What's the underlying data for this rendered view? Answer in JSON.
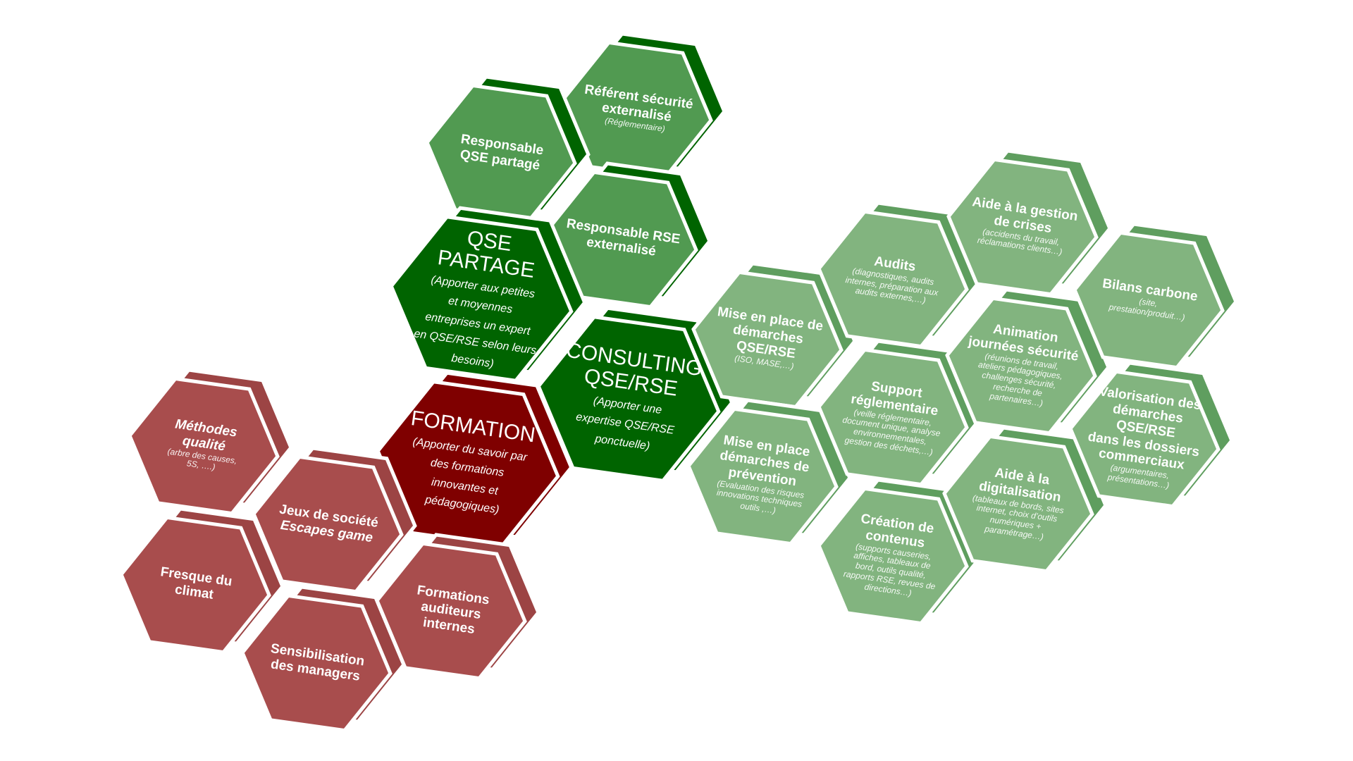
{
  "colors": {
    "dark_green": "#006400",
    "mid_green": "#519a51",
    "light_green": "#82b47f",
    "light_green_side": "#5f9e5f",
    "dark_red": "#7f0000",
    "light_red": "#a84d4d",
    "light_red_side": "#9c4444"
  },
  "hexagons": [
    {
      "id": "referent-securite",
      "group": "mid_green",
      "title": [
        "Référent sécurité",
        "externalisé"
      ],
      "subtitle": [
        "(Réglementaire)"
      ]
    },
    {
      "id": "responsable-qse-partage",
      "group": "mid_green",
      "title": [
        "Responsable",
        "QSE partagé"
      ],
      "subtitle": []
    },
    {
      "id": "responsable-rse",
      "group": "mid_green",
      "title": [
        "Responsable RSE",
        "externalisé"
      ],
      "subtitle": []
    },
    {
      "id": "qse-partage",
      "group": "dark_green",
      "title": [
        "QSE",
        "PARTAGE"
      ],
      "subtitle": [
        "(Apporter aux petites",
        "et moyennes",
        "entreprises un expert",
        "en QSE/RSE selon leurs",
        "besoins)"
      ]
    },
    {
      "id": "consulting",
      "group": "dark_green",
      "title": [
        "CONSULTING",
        "QSE/RSE"
      ],
      "subtitle": [
        "(Apporter une",
        "expertise QSE/RSE",
        "ponctuelle)"
      ]
    },
    {
      "id": "formation",
      "group": "dark_red",
      "title": [
        "FORMATION"
      ],
      "subtitle": [
        "(Apporter du savoir par",
        "des formations",
        "innovantes et",
        "pédagogiques)"
      ]
    },
    {
      "id": "methodes-qualite",
      "group": "light_red",
      "title": [
        "Méthodes",
        "qualité"
      ],
      "subtitle": [
        "(arbre des causes,",
        "5S, ….)"
      ]
    },
    {
      "id": "jeux-de-societe",
      "group": "light_red",
      "title": [
        "Jeux de société",
        "Escapes game"
      ],
      "subtitle": []
    },
    {
      "id": "fresque-du-climat",
      "group": "light_red",
      "title": [
        "Fresque du",
        "climat"
      ],
      "subtitle": []
    },
    {
      "id": "sensibilisation",
      "group": "light_red",
      "title": [
        "Sensibilisation",
        "des managers"
      ],
      "subtitle": []
    },
    {
      "id": "formations-auditeurs",
      "group": "light_red",
      "title": [
        "Formations",
        "auditeurs",
        "internes"
      ],
      "subtitle": []
    },
    {
      "id": "mise-en-place-qse",
      "group": "light_green",
      "title": [
        "Mise en place de",
        "démarches",
        "QSE/RSE"
      ],
      "subtitle": [
        "(ISO, MASE,…)"
      ]
    },
    {
      "id": "mise-en-place-prevention",
      "group": "light_green",
      "title": [
        "Mise en place",
        "démarches de",
        "prévention"
      ],
      "subtitle": [
        "(Evaluation des risques",
        "innovations techniques",
        "outils ,…)"
      ]
    },
    {
      "id": "audits",
      "group": "light_green",
      "title": [
        "Audits"
      ],
      "subtitle": [
        "(diagnostiques, audits",
        "internes, préparation aux",
        "audits externes,…)"
      ]
    },
    {
      "id": "support-reglementaire",
      "group": "light_green",
      "title": [
        "Support",
        "réglementaire"
      ],
      "subtitle": [
        "(veille réglementaire,",
        "document unique, analyse",
        "environnementales,",
        "gestion des déchets,…)"
      ]
    },
    {
      "id": "creation-contenus",
      "group": "light_green",
      "title": [
        "Création de",
        "contenus"
      ],
      "subtitle": [
        "(supports causeries,",
        "affiches, tableaux de",
        "bord, outils qualité,",
        "rapports RSE, revues de",
        "directions…)"
      ]
    },
    {
      "id": "aide-gestion-crises",
      "group": "light_green",
      "title": [
        "Aide à la gestion",
        "de crises"
      ],
      "subtitle": [
        "(accidents du travail,",
        "réclamations clients…)"
      ]
    },
    {
      "id": "animation-journees",
      "group": "light_green",
      "title": [
        "Animation",
        "journées sécurité"
      ],
      "subtitle": [
        "(réunions de travail,",
        "ateliers pédagogiques,",
        "challenges sécurité,",
        "recherche de",
        "partenaires…)"
      ]
    },
    {
      "id": "aide-digitalisation",
      "group": "light_green",
      "title": [
        "Aide à la",
        "digitalisation"
      ],
      "subtitle": [
        "(tableaux de bords, sites",
        "internet, choix d’outils",
        "numériques +",
        "paramétrage…)"
      ]
    },
    {
      "id": "bilans-carbone",
      "group": "light_green",
      "title": [
        "Bilans carbone"
      ],
      "subtitle": [
        "(site,",
        "prestation/produit…)"
      ]
    },
    {
      "id": "valorisation",
      "group": "light_green",
      "title": [
        "Valorisation des",
        "démarches QSE/RSE",
        "dans les dossiers",
        "commerciaux"
      ],
      "subtitle": [
        "(argumentaires,",
        "présentations…)"
      ]
    }
  ]
}
